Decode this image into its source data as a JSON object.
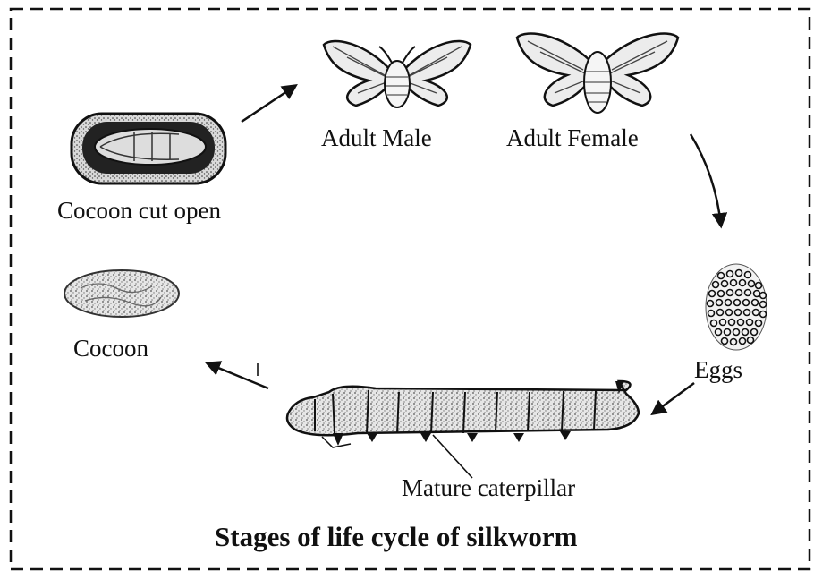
{
  "diagram": {
    "title": "Stages of life cycle of silkworm",
    "labels": {
      "cocoon_cut_open": "Cocoon cut open",
      "adult_male": "Adult Male",
      "adult_female": "Adult Female",
      "eggs": "Eggs",
      "cocoon": "Cocoon",
      "mature_caterpillar": "Mature caterpillar"
    }
  }
}
